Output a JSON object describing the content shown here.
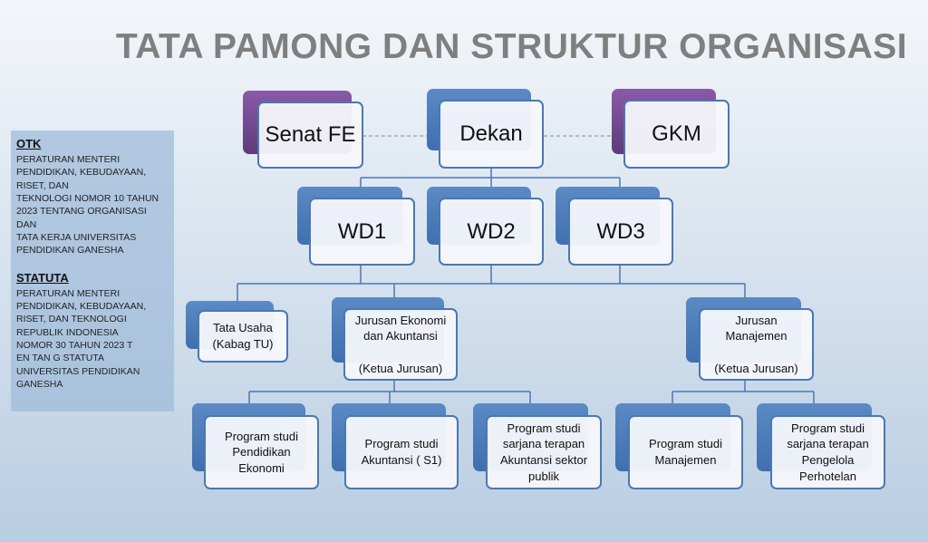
{
  "title": "TATA PAMONG DAN STRUKTUR ORGANISASI",
  "sidebar": {
    "otk_heading": "OTK",
    "otk_text": "PERATURAN MENTERI\nPENDIDIKAN, KEBUDAYAAN,\nRISET, DAN\nTEKNOLOGI NOMOR 10 TAHUN\n2023 TENTANG ORGANISASI\nDAN\nTATA KERJA UNIVERSITAS\nPENDIDIKAN GANESHA",
    "statuta_heading": "STATUTA",
    "statuta_text": "PERATURAN MENTERI\nPENDIDIKAN, KEBUDAYAAN,\nRISET, DAN TEKNOLOGI\nREPUBLIK INDONESIA\nNOMOR 30 TAHUN 2023 T\nEN TAN G STATUTA\nUNIVERSITAS PENDIDIKAN\nGANESHA"
  },
  "nodes": {
    "senat": "Senat FE",
    "dekan": "Dekan",
    "gkm": "GKM",
    "wd1": "WD1",
    "wd2": "WD2",
    "wd3": "WD3",
    "tata_usaha": "Tata Usaha\n(Kabag TU)",
    "jurusan_ekonomi": "Jurusan Ekonomi\ndan Akuntansi\n\n(Ketua Jurusan)",
    "jurusan_manajemen": "Jurusan\nManajemen\n\n(Ketua Jurusan)",
    "ps_pend_ekonomi": "Program studi\nPendidikan\nEkonomi",
    "ps_akuntansi": "Program studi\nAkuntansi ( S1)",
    "ps_akuntansi_publik": "Program studi\nsarjana terapan\nAkuntansi sektor\npublik",
    "ps_manajemen": "Program studi\nManajemen",
    "ps_perhotelan": "Program studi\nsarjana terapan\nPengelola\nPerhotelan"
  }
}
